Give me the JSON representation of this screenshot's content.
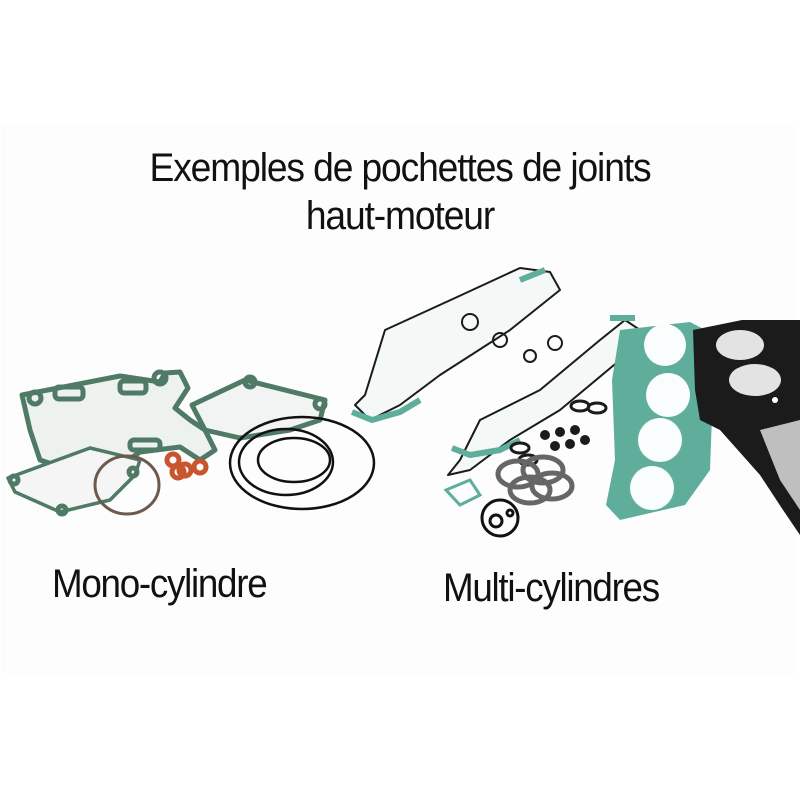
{
  "title": {
    "line1": "Exemples de pochettes de joints",
    "line2": "haut-moteur"
  },
  "groups": [
    {
      "caption": "Mono-cylindre",
      "image": "single-cylinder-gasket-kit",
      "colors": {
        "gasket": "#4f7a66",
        "copper": "#c9552e",
        "oring": "#111111"
      }
    },
    {
      "caption": "Multi-cylindres",
      "image": "multi-cylinder-gasket-kit",
      "colors": {
        "gasket": "#5fae9c",
        "head_gasket": "#1b1b1b",
        "seal": "#555555"
      }
    }
  ]
}
